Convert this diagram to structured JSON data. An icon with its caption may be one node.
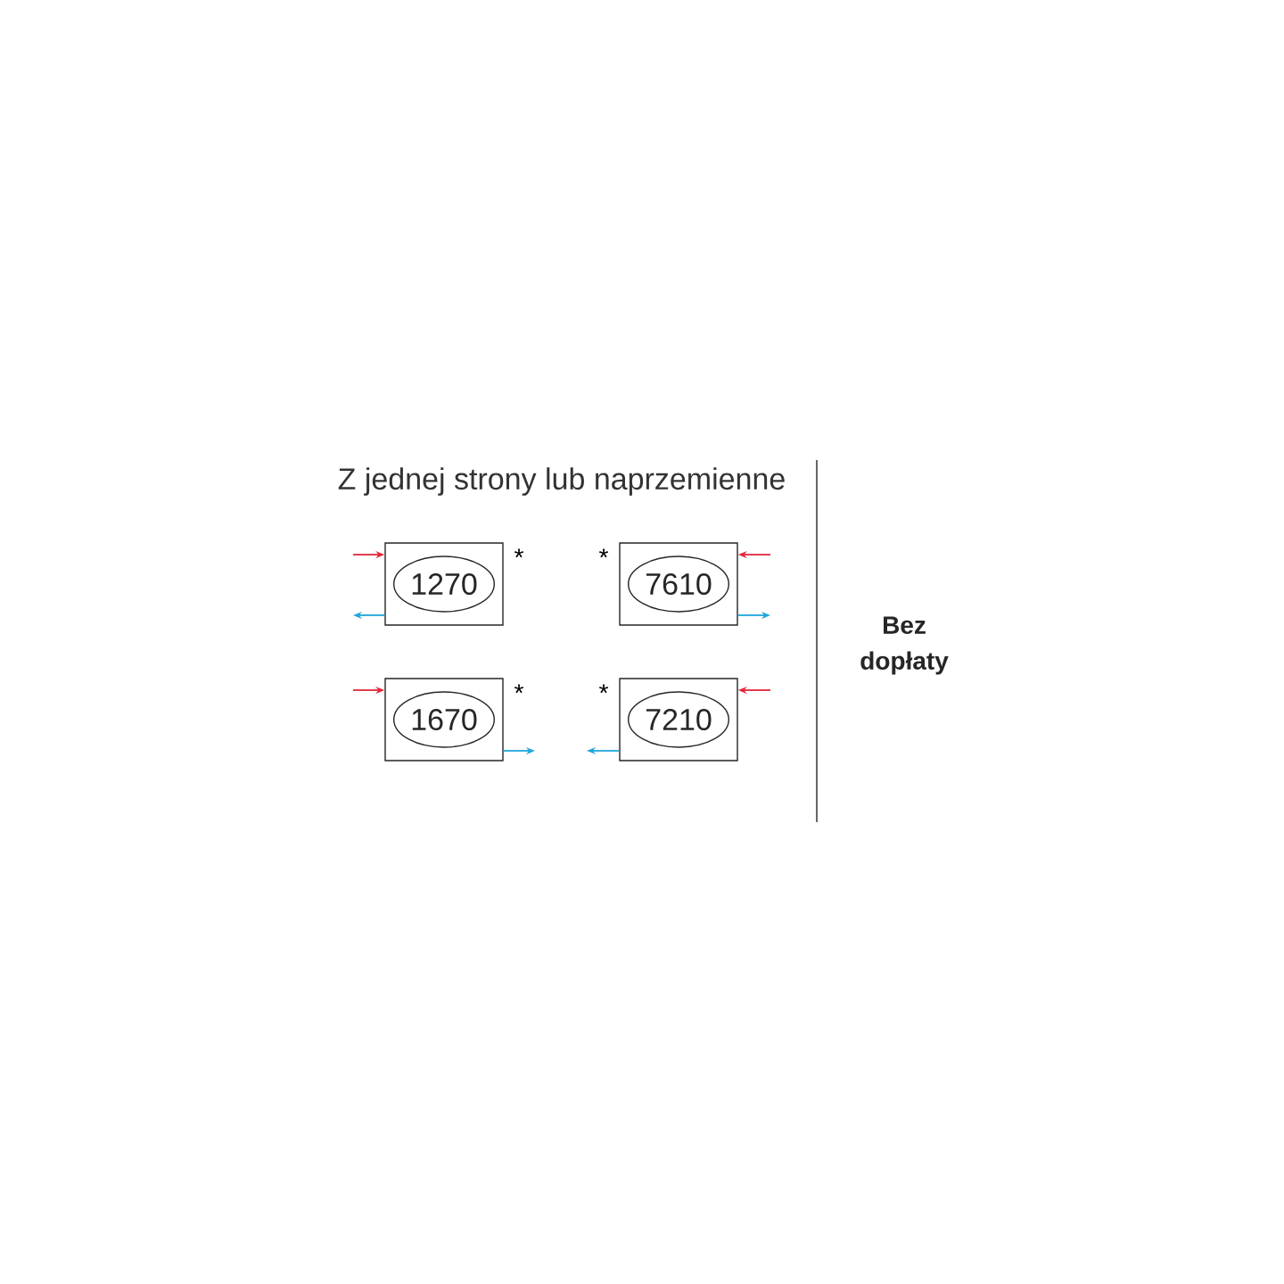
{
  "diagram": {
    "title": "Z jednej strony lub naprzemienne",
    "nodes": [
      {
        "text": [],
        "shape": "box",
        "beside": [
          "*"
        ]
      },
      {
        "text": [
          "1270"
        ],
        "in": 0
      },
      {
        "text": [],
        "shape": "box",
        "beside": [
          "*"
        ]
      },
      {
        "text": [
          "7610"
        ],
        "in": 2
      },
      {
        "text": [],
        "shape": "box",
        "beside": [
          "*"
        ]
      },
      {
        "text": [
          "1670"
        ],
        "in": 4
      },
      {
        "text": [],
        "shape": "box",
        "beside": [
          "*"
        ]
      },
      {
        "text": [
          "7210"
        ],
        "in": 6
      }
    ],
    "edges": [
      {
        "from": null,
        "to": 0,
        "arrow": "to",
        "color": "#e3263a"
      },
      {
        "from": 0,
        "to": null,
        "arrow": "to",
        "color": "#1ea6dc"
      },
      {
        "from": null,
        "to": 2,
        "arrow": "to",
        "color": "#e3263a"
      },
      {
        "from": 2,
        "to": null,
        "arrow": "to",
        "color": "#1ea6dc"
      },
      {
        "from": null,
        "to": 4,
        "arrow": "to",
        "color": "#e3263a"
      },
      {
        "from": 4,
        "to": null,
        "arrow": "to",
        "color": "#1ea6dc"
      },
      {
        "from": null,
        "to": 6,
        "arrow": "to",
        "color": "#e3263a"
      },
      {
        "from": 6,
        "to": null,
        "arrow": "to",
        "color": "#1ea6dc"
      }
    ],
    "labels": [
      "Bez dopłaty"
    ]
  }
}
